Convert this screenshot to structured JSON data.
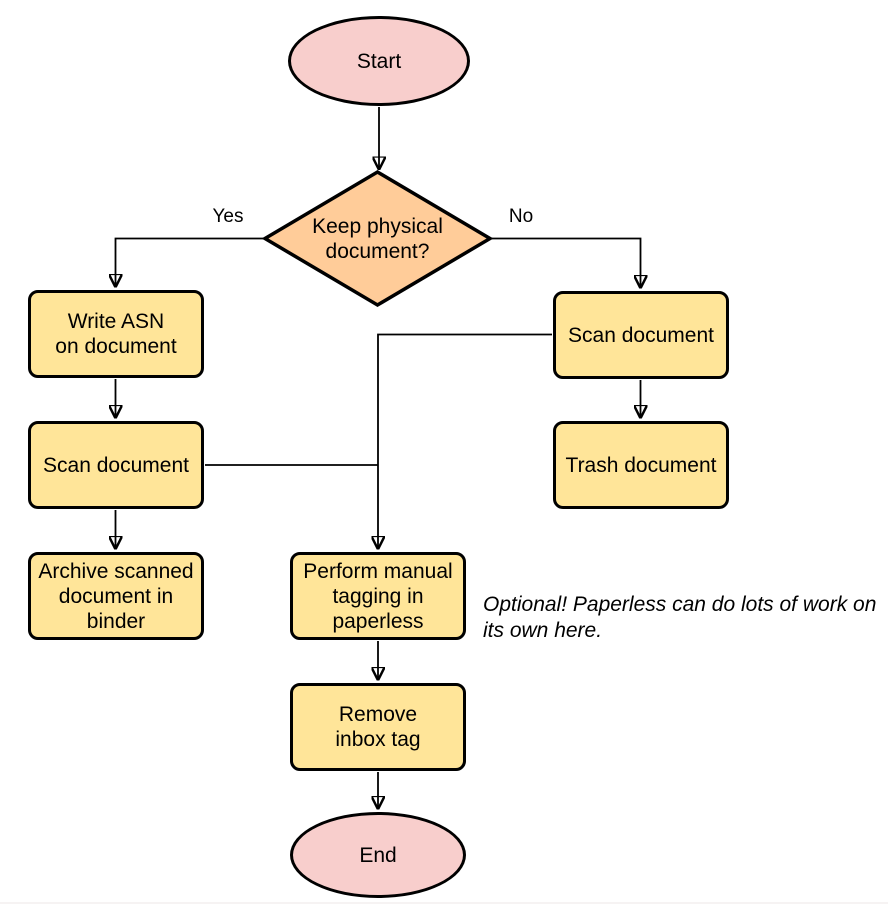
{
  "flowchart": {
    "nodes": {
      "start": {
        "label": "Start",
        "shape": "ellipse"
      },
      "decision": {
        "label": "Keep physical\ndocument?",
        "shape": "diamond"
      },
      "write_asn": {
        "label": "Write ASN\non document",
        "shape": "rounded-rect"
      },
      "scan_left": {
        "label": "Scan document",
        "shape": "rounded-rect"
      },
      "archive": {
        "label": "Archive scanned\ndocument in\nbinder",
        "shape": "rounded-rect"
      },
      "scan_right": {
        "label": "Scan document",
        "shape": "rounded-rect"
      },
      "trash": {
        "label": "Trash document",
        "shape": "rounded-rect"
      },
      "tagging": {
        "label": "Perform manual\ntagging in\npaperless",
        "shape": "rounded-rect"
      },
      "remove_inbox": {
        "label": "Remove\ninbox tag",
        "shape": "rounded-rect"
      },
      "end": {
        "label": "End",
        "shape": "ellipse"
      }
    },
    "edge_labels": {
      "yes": "Yes",
      "no": "No"
    },
    "note": "Optional! Paperless can do lots of work on\nits own here.",
    "colors": {
      "terminal_fill": "#F8CECC",
      "decision_fill": "#FFCC99",
      "process_fill": "#FFE599",
      "stroke": "#000000"
    }
  }
}
